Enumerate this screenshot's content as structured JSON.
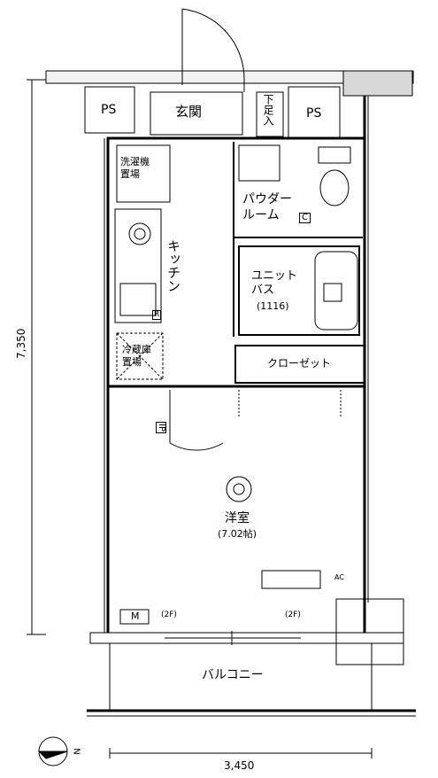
{
  "rooms": {
    "entrance": "玄関",
    "ps_left": "PS",
    "ps_right": "PS",
    "shoe_box": "下足入",
    "washer": "洗濯機置場",
    "kitchen": "キッチン",
    "powder_room": "パウダールーム",
    "unit_bath": "ユニットバス",
    "unit_bath_size": "(1116)",
    "fridge": "冷蔵庫置場",
    "closet": "クローゼット",
    "western_room": "洋室",
    "western_room_size": "(7.02帖)",
    "balcony": "バルコニー"
  },
  "dimensions": {
    "height": "7,350",
    "width": "3,450"
  },
  "marks": {
    "meter": "M",
    "ac": "AC",
    "floor_2f_left": "(2F)",
    "floor_2f_right": "(2F)",
    "ip": "IP",
    "c": "C",
    "r": "R",
    "north": "N"
  }
}
